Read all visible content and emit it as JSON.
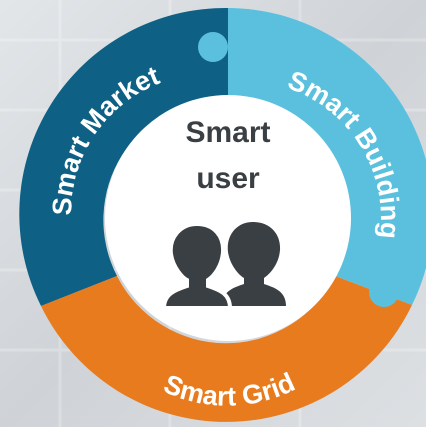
{
  "diagram": {
    "segments": [
      {
        "label": "Smart Market",
        "color": "#0e6184"
      },
      {
        "label": "Smart Building",
        "color": "#5bc0de"
      },
      {
        "label": "Smart Grid",
        "color": "#e87b1e"
      }
    ],
    "center": {
      "line1": "Smart",
      "line2": "user",
      "icon": "users-icon",
      "icon_color": "#3a3f44"
    }
  }
}
